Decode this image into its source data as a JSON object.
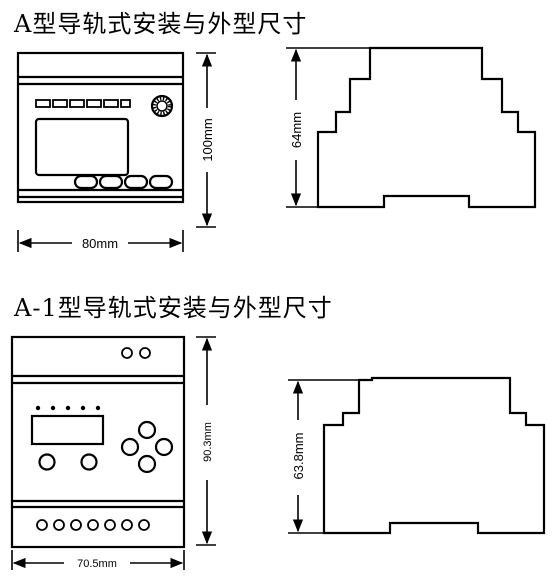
{
  "section_a": {
    "title": "A型导轨式安装与外型尺寸",
    "width_label": "80mm",
    "height_label": "100mm",
    "side_height_label": "64mm"
  },
  "section_a1": {
    "title": "A-1型导轨式安装与外型尺寸",
    "width_label": "70.5mm",
    "height_label": "90.3mm",
    "side_height_label": "63.8mm"
  }
}
